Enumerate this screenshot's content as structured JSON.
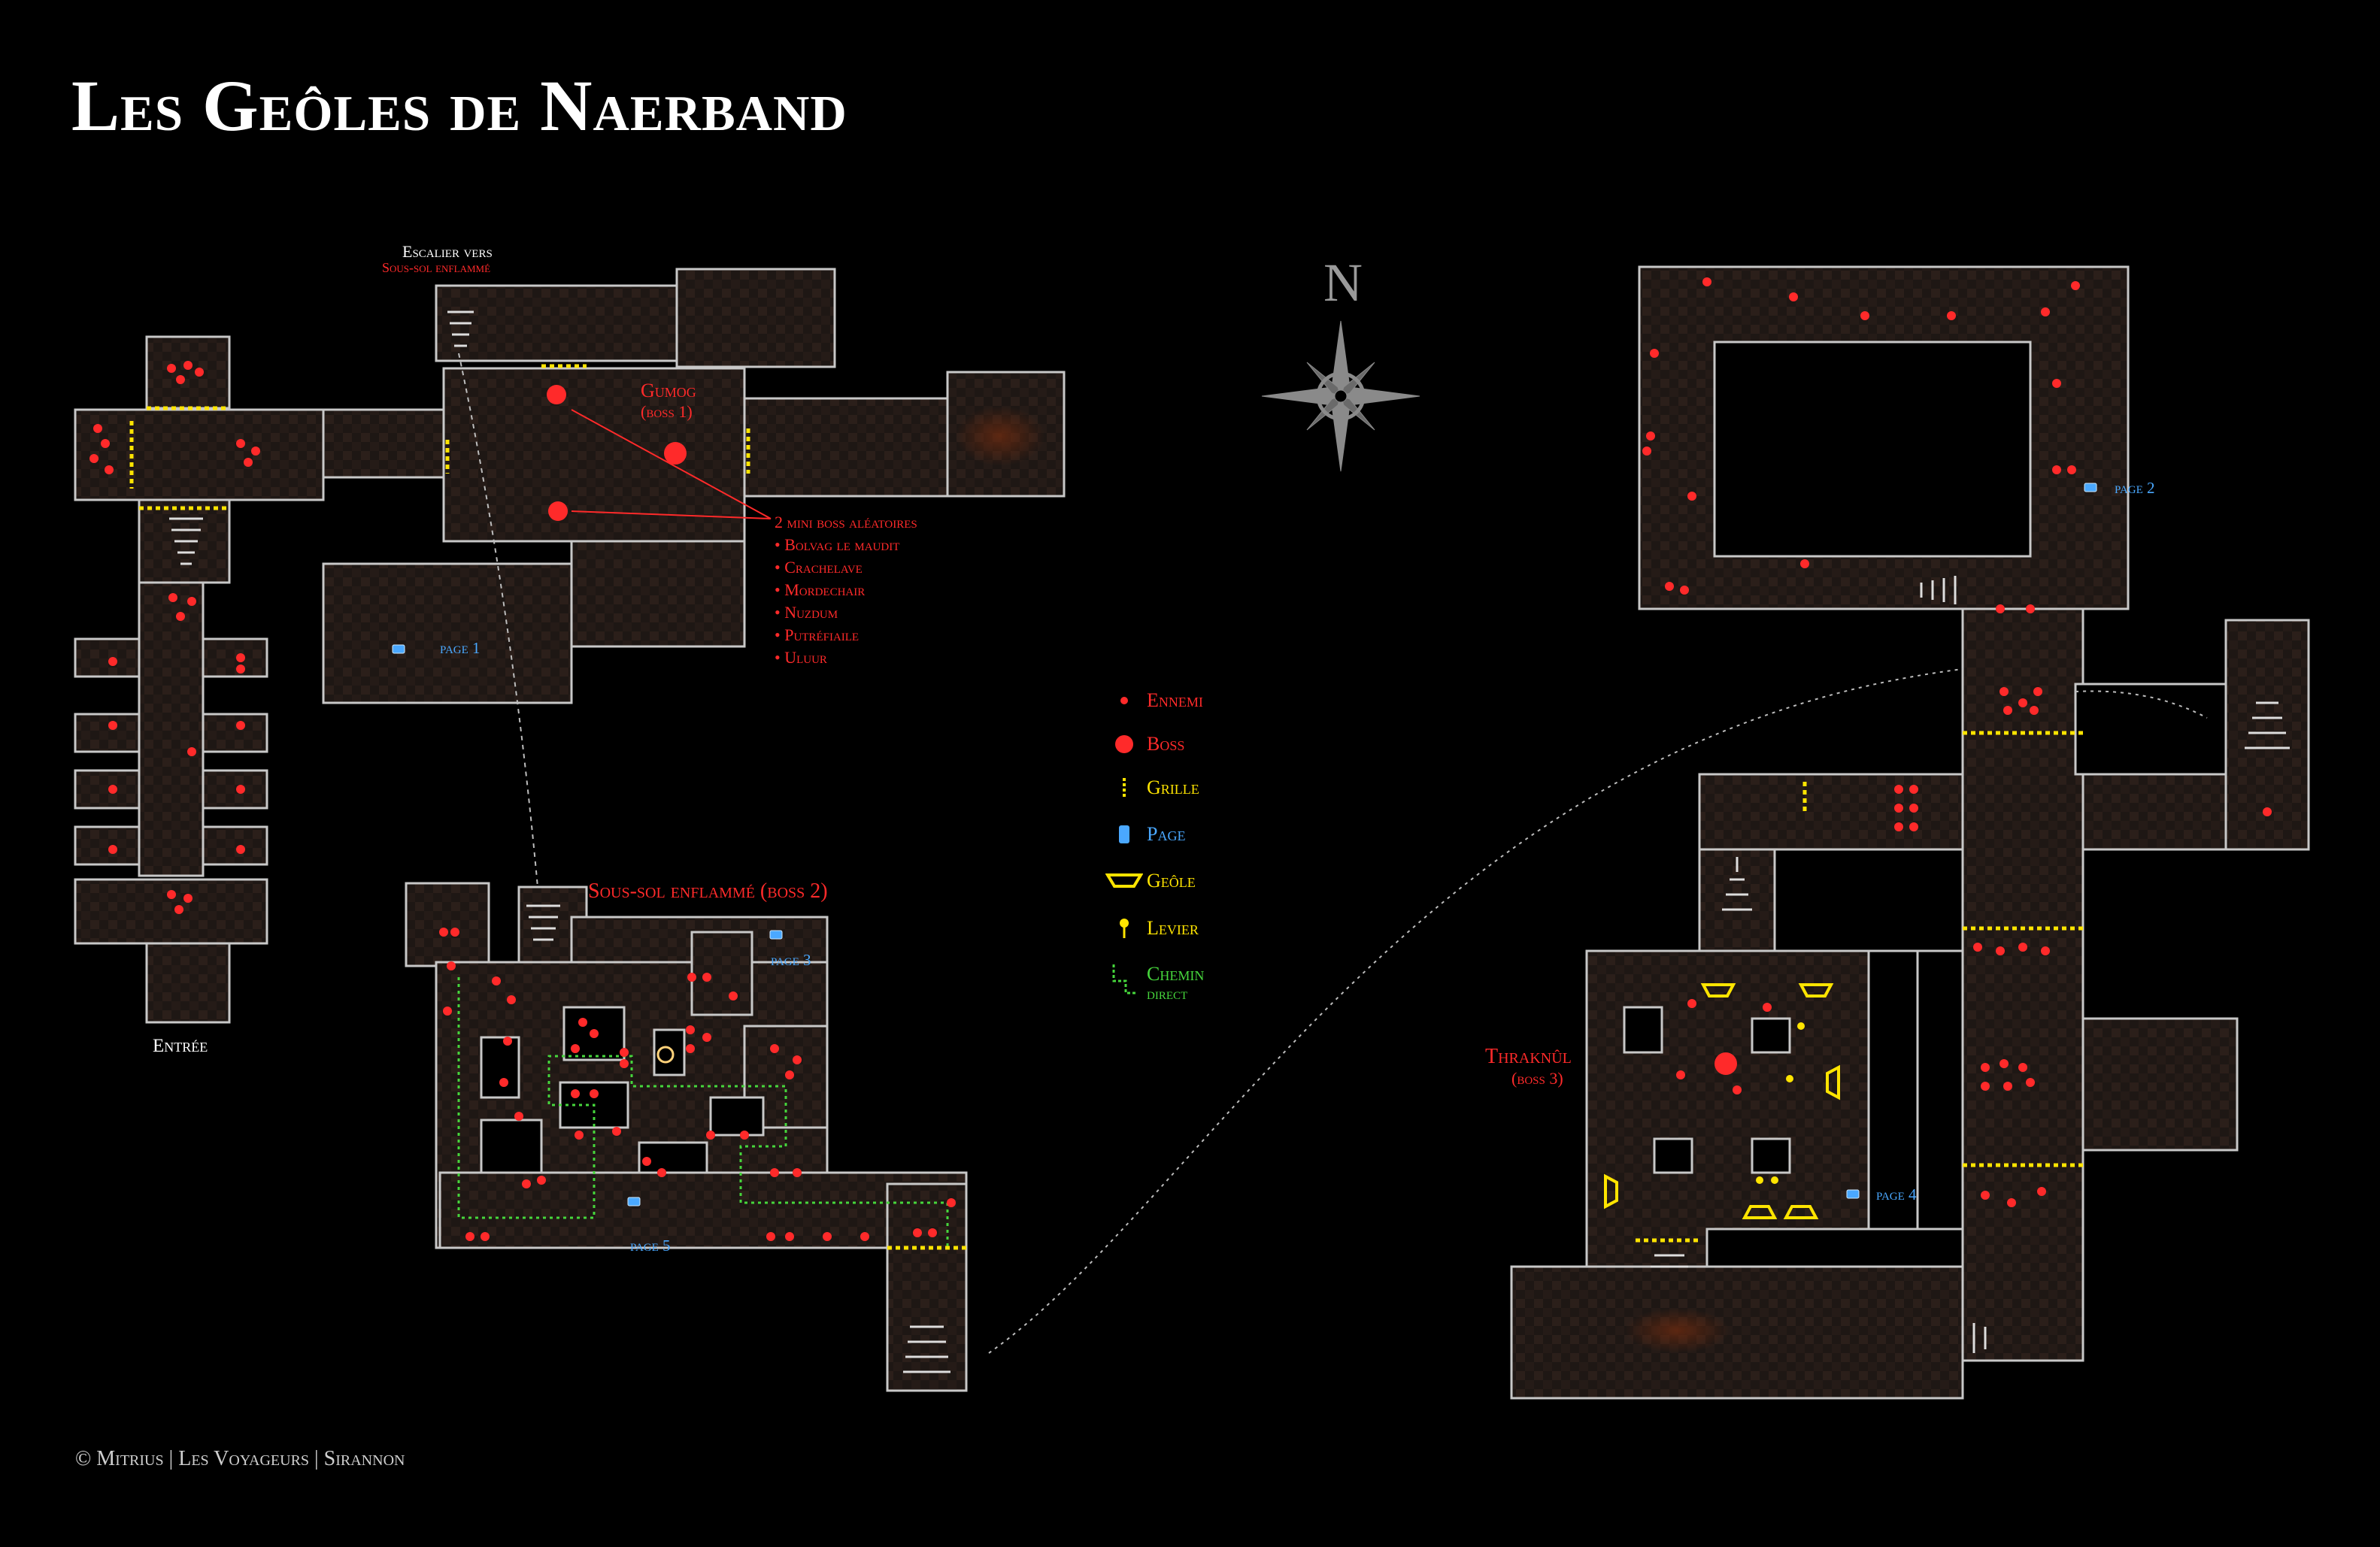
{
  "title": "Les Geôles de Naerband",
  "labels": {
    "staircase_line1": "Escalier vers",
    "staircase_line2": "Sous-sol enflammé",
    "gumog_name": "Gumog",
    "gumog_boss": "(boss 1)",
    "entrance": "Entrée",
    "sous_sol": "Sous-sol enflammé (boss 2)",
    "thraknul_name": "Thraknûl",
    "thraknul_boss": "(boss 3)",
    "page1": "page 1",
    "page2": "page 2",
    "page3": "page 3",
    "page4": "page 4",
    "page5": "page 5",
    "compass": "N"
  },
  "minibosses": {
    "heading": "2 mini boss aléatoires",
    "items": [
      "• Bolvag le maudit",
      "• Crachelave",
      "• Mordechair",
      "• Nuzdum",
      "• Putréfiaile",
      "• Uluur"
    ]
  },
  "legend": [
    {
      "id": "enemy",
      "label": "Ennemi",
      "color": "#ff2a2a"
    },
    {
      "id": "boss",
      "label": "Boss",
      "color": "#ff2a2a"
    },
    {
      "id": "grate",
      "label": "Grille",
      "color": "#ffe400"
    },
    {
      "id": "page",
      "label": "Page",
      "color": "#4aa8ff"
    },
    {
      "id": "cell",
      "label": "Geôle",
      "color": "#ffe400"
    },
    {
      "id": "lever",
      "label": "Levier",
      "color": "#ffe400"
    },
    {
      "id": "path_line1",
      "label": "Chemin",
      "color": "#46d63c"
    },
    {
      "id": "path_line2",
      "label": "direct",
      "color": "#46d63c"
    }
  ],
  "footer": "© Mitrius | Les Voyageurs | Sirannon",
  "colors": {
    "background": "#000000",
    "wall": "#c8c8c8",
    "floor": "#2a201c",
    "enemy": "#ff2a2a",
    "grate": "#ffe400",
    "page": "#4aa8ff",
    "path": "#46d63c"
  }
}
